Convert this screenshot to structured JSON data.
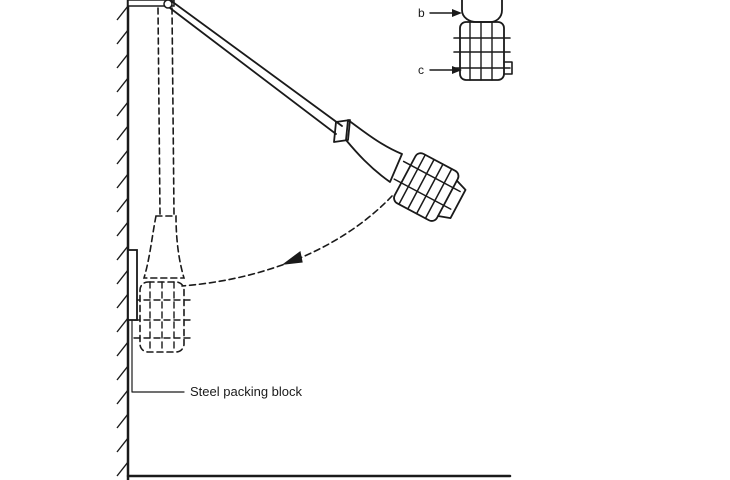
{
  "labels": {
    "steel_packing_block": "Steel packing block",
    "marker_b": "b",
    "marker_c": "c"
  },
  "colors": {
    "ink": "#1a1a1a",
    "background": "#ffffff"
  }
}
